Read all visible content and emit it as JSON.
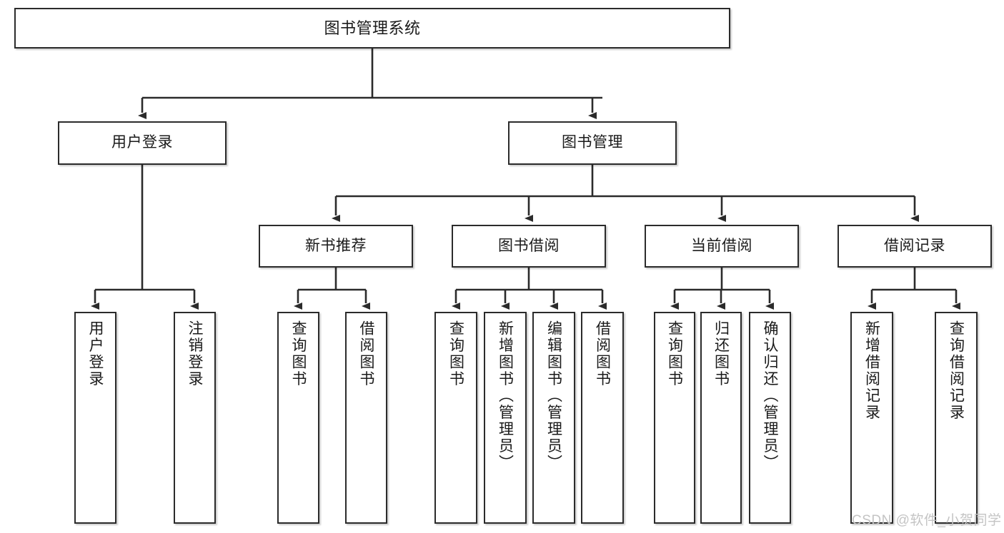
{
  "diagram": {
    "type": "hierarchy-tree",
    "title": "图书管理系统",
    "watermark": "CSDN @软件_小贺同学",
    "colors": {
      "box_border": "#2b2b2b",
      "box_fill": "#ffffff",
      "edge": "#2b2b2b",
      "text": "#1a1a1a",
      "watermark": "#c4c4c4",
      "background": "#ffffff"
    },
    "nodes": {
      "root": {
        "label": "图书管理系统"
      },
      "level2": [
        {
          "label": "用户登录"
        },
        {
          "label": "图书管理"
        }
      ],
      "level3": [
        {
          "label": "新书推荐"
        },
        {
          "label": "图书借阅"
        },
        {
          "label": "当前借阅"
        },
        {
          "label": "借阅记录"
        }
      ],
      "leaves": [
        {
          "label": "用户登录",
          "parent": "用户登录"
        },
        {
          "label": "注销登录",
          "parent": "用户登录"
        },
        {
          "label": "查询图书",
          "parent": "新书推荐"
        },
        {
          "label": "借阅图书",
          "parent": "新书推荐"
        },
        {
          "label": "查询图书",
          "parent": "图书借阅"
        },
        {
          "label": "新增图书（管理员）",
          "parent": "图书借阅"
        },
        {
          "label": "编辑图书（管理员）",
          "parent": "图书借阅"
        },
        {
          "label": "借阅图书",
          "parent": "图书借阅"
        },
        {
          "label": "查询图书",
          "parent": "当前借阅"
        },
        {
          "label": "归还图书",
          "parent": "当前借阅"
        },
        {
          "label": "确认归还（管理员）",
          "parent": "当前借阅"
        },
        {
          "label": "新增借阅记录",
          "parent": "借阅记录"
        },
        {
          "label": "查询借阅记录",
          "parent": "借阅记录"
        }
      ]
    }
  }
}
